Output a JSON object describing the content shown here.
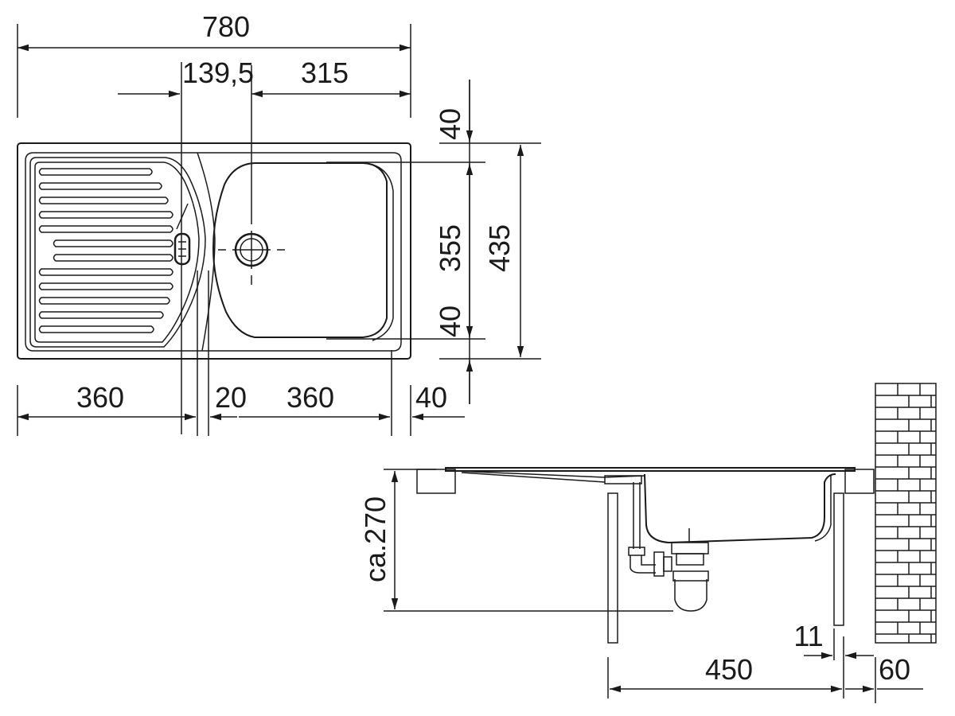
{
  "labels": {
    "overall_width": "780",
    "drain_offset": "139,5",
    "drain_to_edge": "315",
    "top_margin": "40",
    "bowl_depth": "355",
    "overall_depth": "435",
    "bottom_margin": "40",
    "drainer_width": "360",
    "divider_width": "20",
    "bowl_width": "360",
    "right_margin": "40",
    "installation_height": "ca.270",
    "cabinet_depth": "450",
    "panel_thickness": "11",
    "wall_gap": "60"
  },
  "colors": {
    "line": "#1a1a1a",
    "background": "#ffffff"
  }
}
